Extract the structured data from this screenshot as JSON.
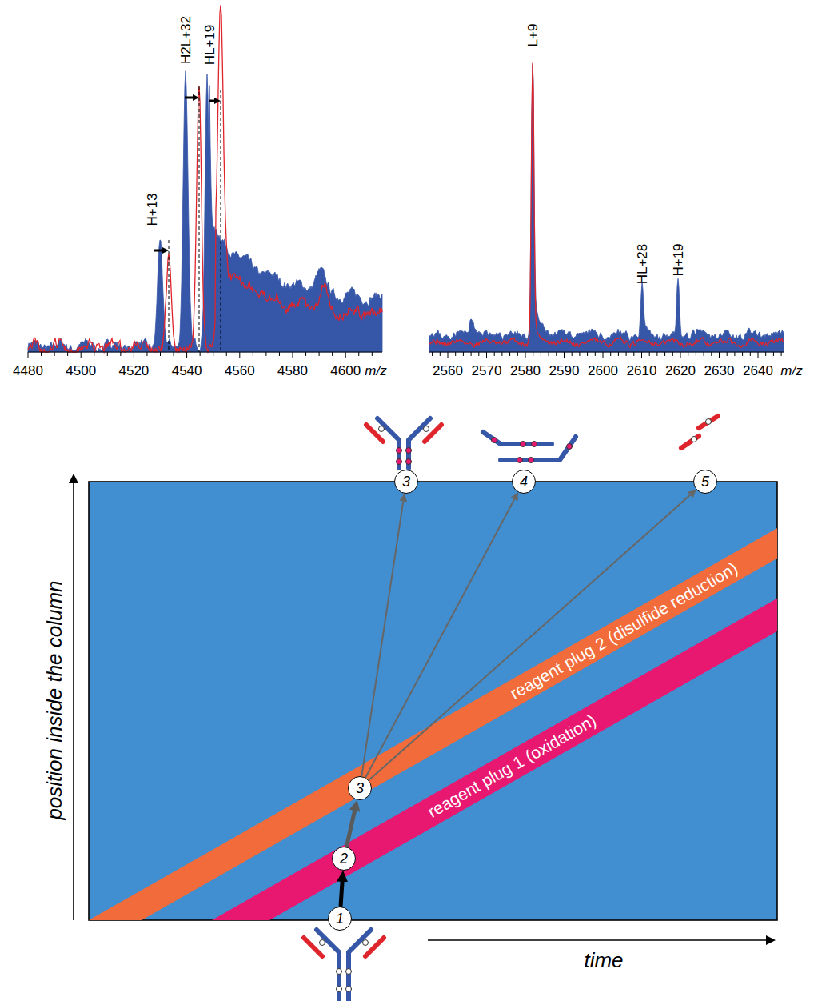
{
  "diagram": {
    "nodes": [
      {
        "text": [
          "3"
        ]
      },
      {
        "text": [
          "4"
        ]
      },
      {
        "text": [
          "5"
        ]
      },
      {
        "text": [
          "reagent plug 2 (disulfide reduction)"
        ]
      },
      {
        "text": [
          "reagent plug 1 (oxidation)"
        ]
      },
      {
        "text": [
          "3"
        ]
      },
      {
        "text": [
          "2"
        ]
      },
      {
        "text": [
          "1"
        ]
      }
    ],
    "edges": [
      {
        "from": 7,
        "to": 6,
        "arrow": "to"
      },
      {
        "from": 6,
        "to": 5,
        "arrow": "to"
      },
      {
        "from": 5,
        "to": 0,
        "arrow": "to"
      },
      {
        "from": 5,
        "to": 1,
        "arrow": "to"
      },
      {
        "from": 5,
        "to": 2,
        "arrow": "to"
      }
    ],
    "labels": [
      "H+13",
      "H2L+32",
      "HL+19",
      "4480",
      "4500",
      "4520",
      "4540",
      "4560",
      "4580",
      "4600",
      "m/z",
      "L+9",
      "HL+28",
      "H+19",
      "2560",
      "2570",
      "2580",
      "2590",
      "2600",
      "2610",
      "2620",
      "2630",
      "2640",
      "m/z",
      "position inside the column",
      "time"
    ]
  }
}
